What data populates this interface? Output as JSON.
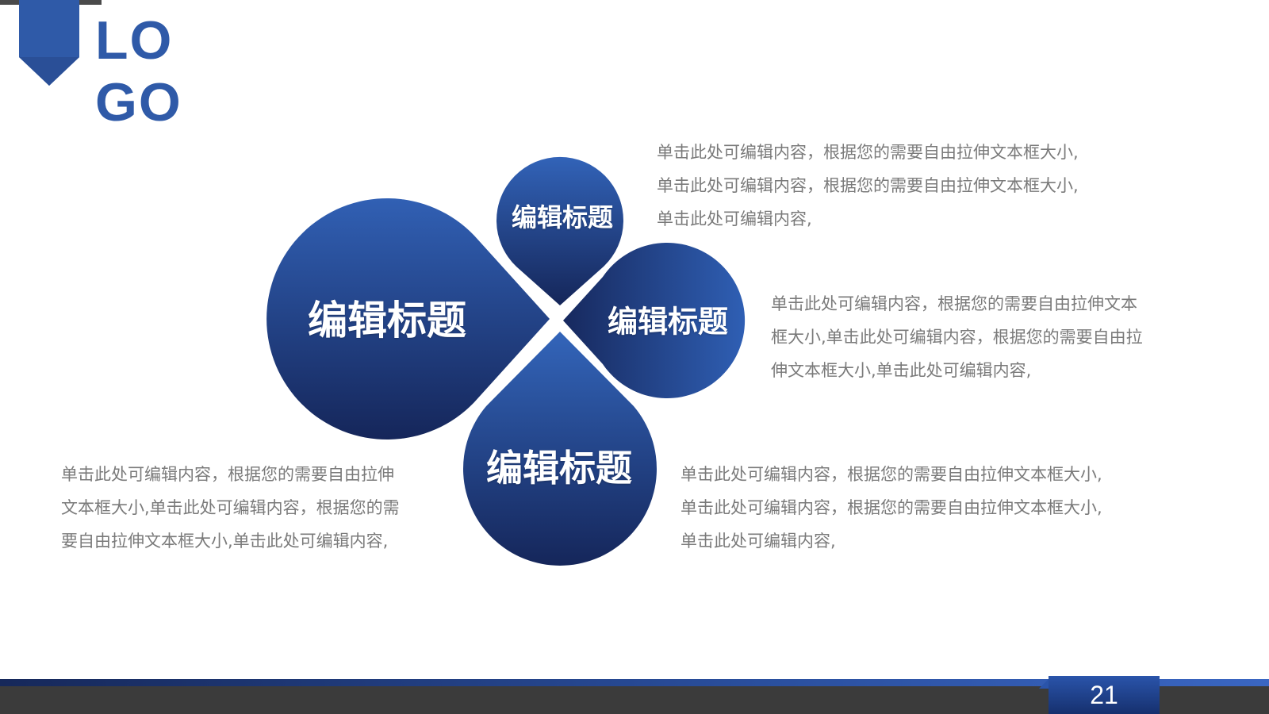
{
  "logo": {
    "text": "LOGO"
  },
  "petals": [
    {
      "label": "编辑标题"
    },
    {
      "label": "编辑标题"
    },
    {
      "label": "编辑标题"
    },
    {
      "label": "编辑标题"
    }
  ],
  "descriptions": {
    "top_right": [
      "单击此处可编辑内容，根据您的需要自由拉伸文本框大小,",
      "单击此处可编辑内容，根据您的需要自由拉伸文本框大小,",
      "单击此处可编辑内容,"
    ],
    "middle_right": [
      "单击此处可编辑内容，根据您的需要自由拉伸文本",
      "框大小,单击此处可编辑内容，根据您的需要自由拉",
      "伸文本框大小,单击此处可编辑内容,"
    ],
    "bottom_left": [
      "单击此处可编辑内容，根据您的需要自由拉伸",
      "文本框大小,单击此处可编辑内容，根据您的需",
      "要自由拉伸文本框大小,单击此处可编辑内容,"
    ],
    "bottom_right": [
      "单击此处可编辑内容，根据您的需要自由拉伸文本框大小,",
      "单击此处可编辑内容，根据您的需要自由拉伸文本框大小,",
      "单击此处可编辑内容,"
    ]
  },
  "footer": {
    "page_number": "21"
  },
  "colors": {
    "accent": "#2f5aa8",
    "dark_blue": "#15275c",
    "text_gray": "#7a7a7a",
    "footer_gray": "#3b3b3b"
  }
}
